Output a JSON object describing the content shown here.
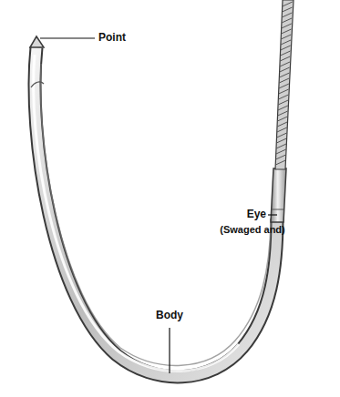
{
  "diagram": {
    "labels": [
      "Point",
      "Eye",
      "(Swaged and)",
      "Body"
    ]
  }
}
